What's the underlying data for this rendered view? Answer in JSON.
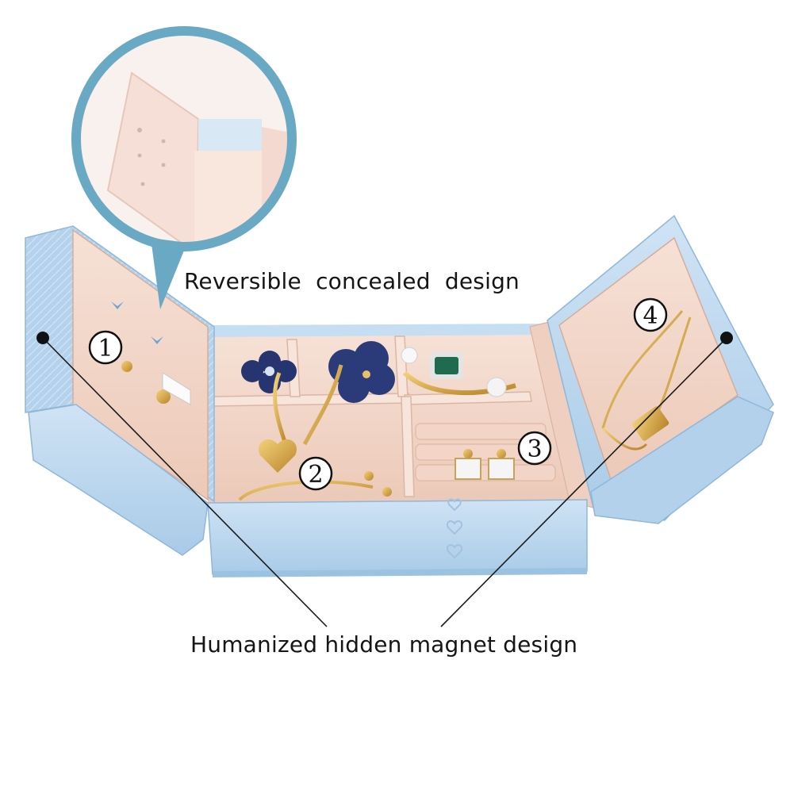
{
  "captions": {
    "concealed": "Reversible  concealed  design",
    "magnet": "Humanized hidden magnet design"
  },
  "markers": [
    "1",
    "2",
    "3",
    "4"
  ],
  "icons": {
    "magnifier": "magnifier-bubble-icon",
    "heart": "heart-emboss-icon",
    "dot": "callout-dot-icon"
  },
  "colors": {
    "box_blue": "#b9d6ee",
    "box_blue_dark": "#8fb7da",
    "lining_pink": "#f3d9cc",
    "lining_shadow": "#e3bfae",
    "magnifier_ring": "#6aa9c4",
    "gold": "#d8a844",
    "navy_flower": "#26356f",
    "emerald": "#1f6b4f"
  }
}
